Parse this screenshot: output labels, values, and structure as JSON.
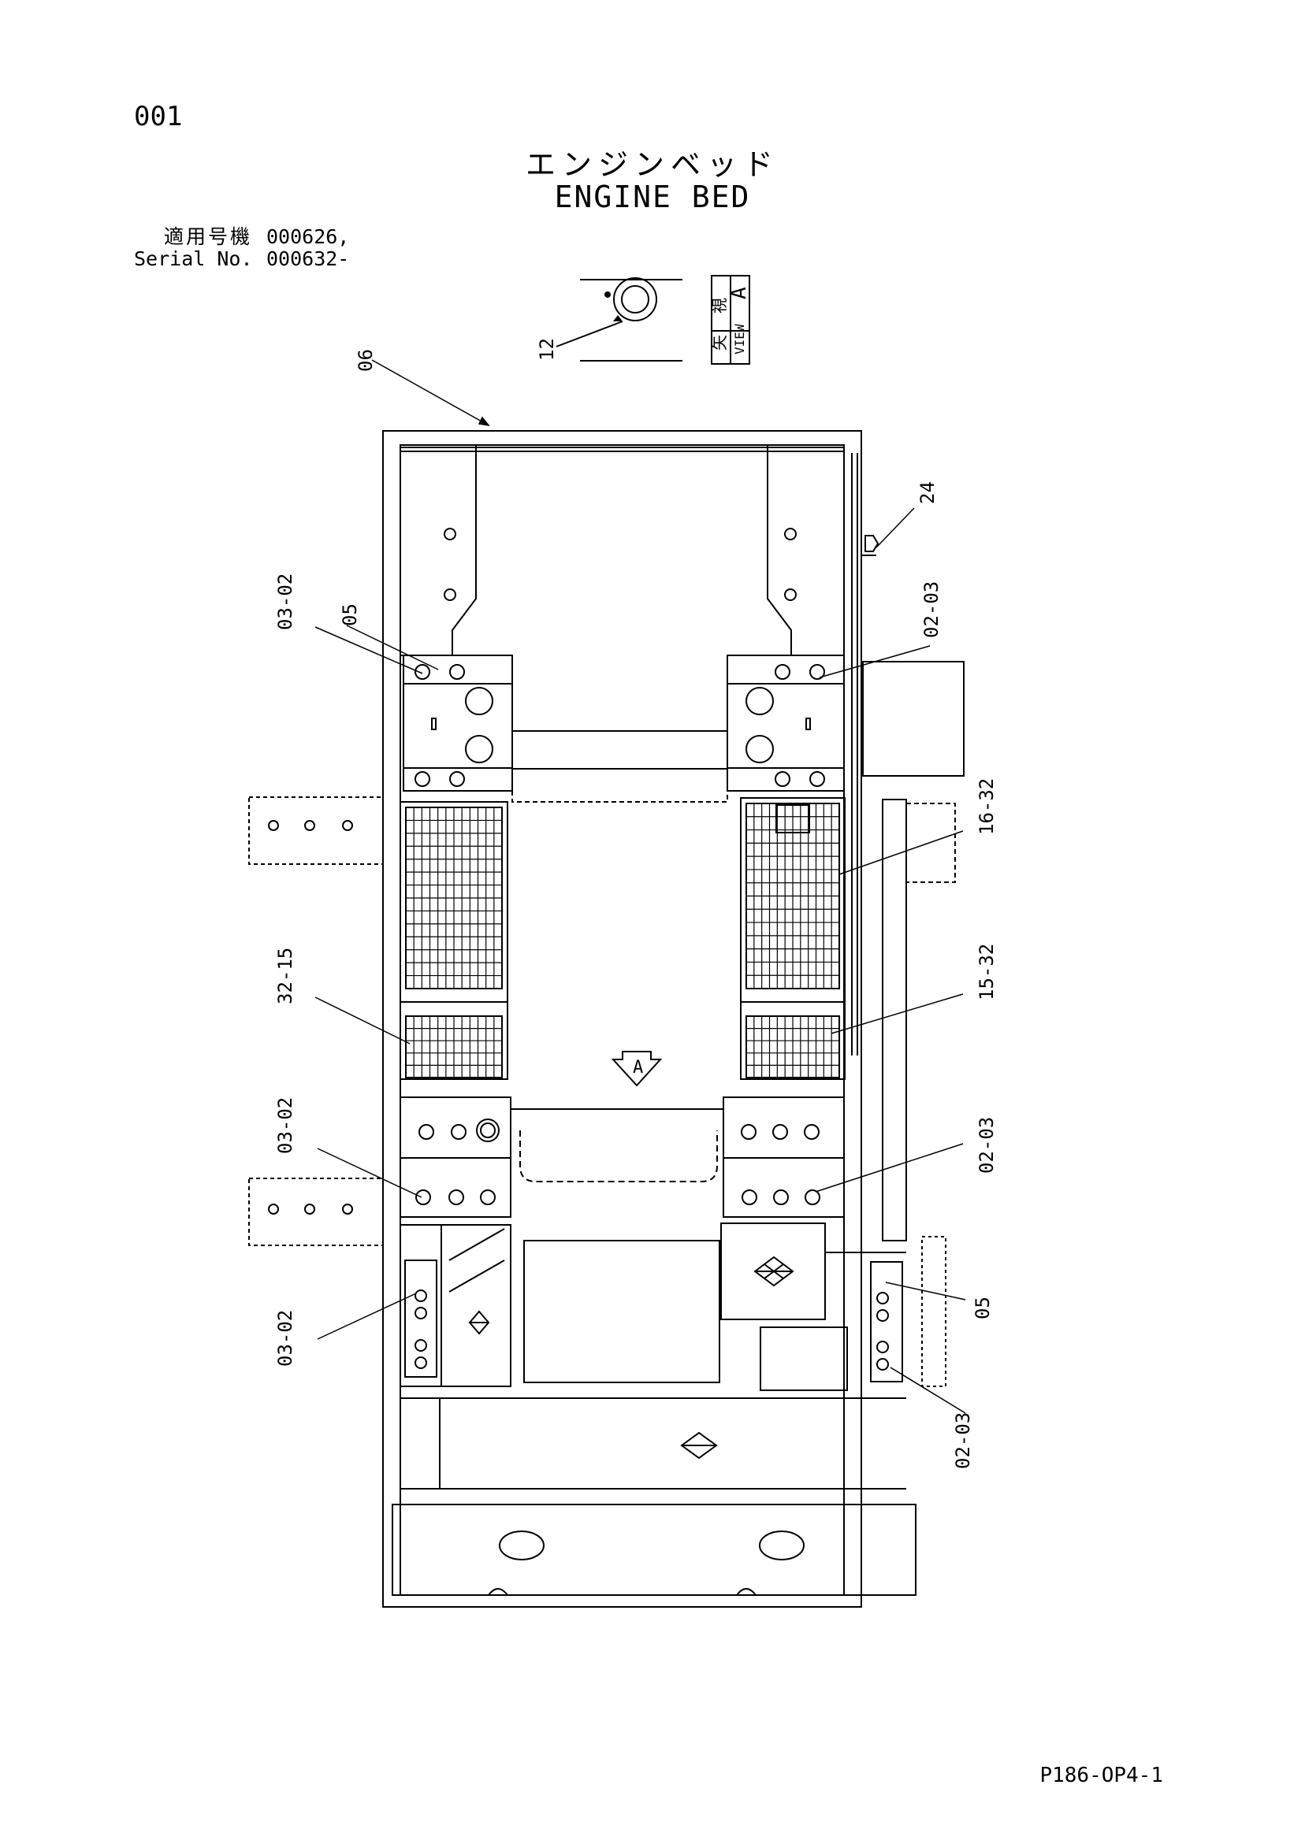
{
  "page": {
    "number": "001",
    "title_jp": "エンジンベッド",
    "title_en": "ENGINE BED",
    "serial": {
      "label_jp": "適用号機",
      "value_1": "000626,",
      "label_en": "Serial No.",
      "value_2": "000632-"
    },
    "doc_code": "P186-OP4-1"
  },
  "view_marker": {
    "jp_1": "矢",
    "jp_2": "視",
    "en": "VIEW",
    "letter": "A"
  },
  "arrow_letter": "A",
  "callouts": {
    "c06": "06",
    "c12": "12",
    "c24": "24",
    "c03_02_a": "03-02",
    "c05_a": "05",
    "c02_03_a": "02-03",
    "c16_32": "16-32",
    "c32_15": "32-15",
    "c15_32": "15-32",
    "c03_02_b": "03-02",
    "c02_03_b": "02-03",
    "c03_02_c": "03-02",
    "c05_b": "05",
    "c02_03_c": "02-03"
  }
}
